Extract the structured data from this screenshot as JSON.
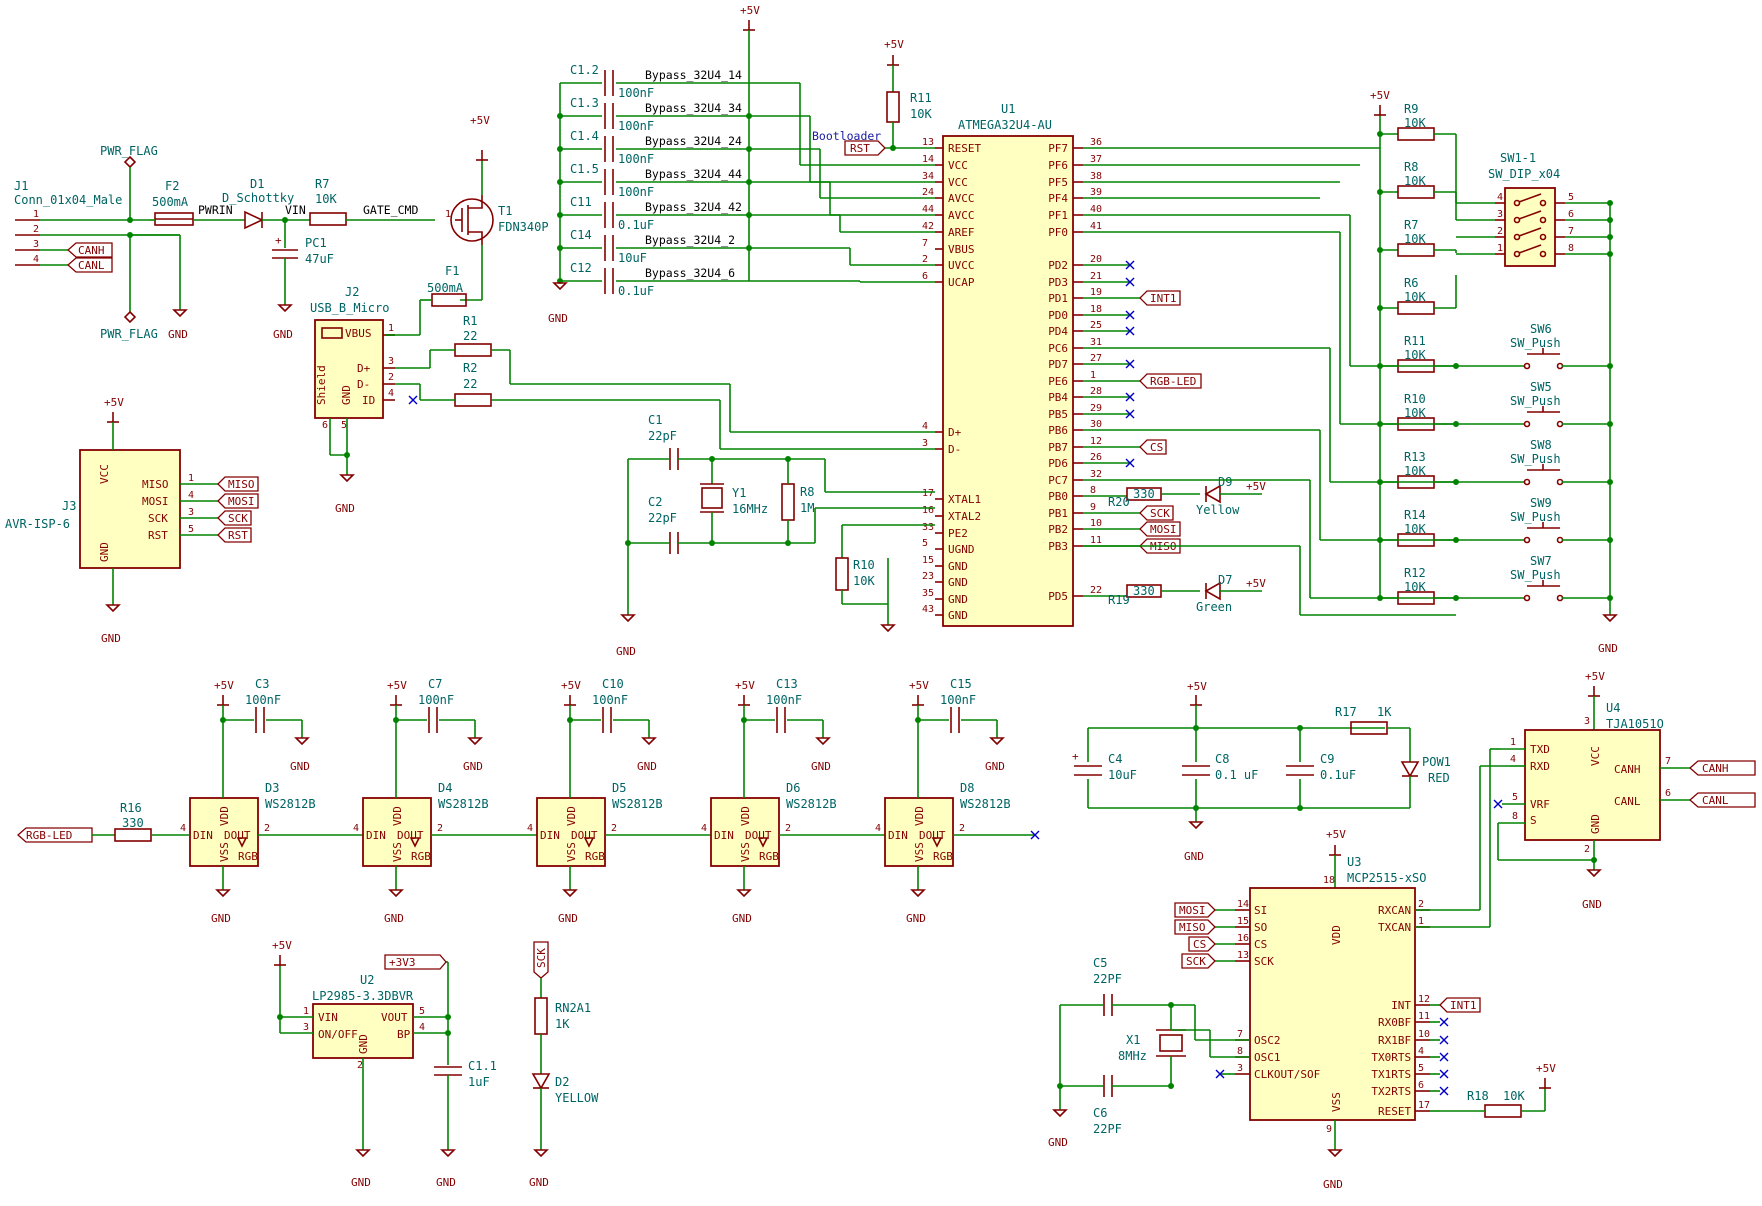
{
  "nets": {
    "p5v": "+5V",
    "gnd": "GND",
    "canh": "CANH",
    "canl": "CANL",
    "pwrin": "PWRIN",
    "vin": "VIN",
    "gate_cmd": "GATE_CMD",
    "rst": "RST",
    "int1": "INT1",
    "rgb_led": "RGB-LED",
    "cs": "CS",
    "sck": "SCK",
    "mosi": "MOSI",
    "miso": "MISO",
    "p3v3": "+3V3"
  },
  "labels": {
    "bootloader": "Bootloader"
  },
  "parts": {
    "pwr_flag": "PWR_FLAG",
    "j1": {
      "ref": "J1",
      "value": "Conn_01x04_Male"
    },
    "f2": {
      "ref": "F2",
      "value": "500mA"
    },
    "d1": {
      "ref": "D1",
      "value": "D_Schottky"
    },
    "pc1": {
      "ref": "PC1",
      "value": "47uF"
    },
    "r7": {
      "ref": "R7",
      "value": "10K"
    },
    "t1": {
      "ref": "T1",
      "value": "FDN340P"
    },
    "f1": {
      "ref": "F1",
      "value": "500mA"
    },
    "j2": {
      "ref": "J2",
      "value": "USB_B_Micro",
      "pins": {
        "vbus": "VBUS",
        "dp": "D+",
        "dm": "D-",
        "id": "ID",
        "shield": "Shield",
        "gnd": "GND"
      }
    },
    "r1": {
      "ref": "R1",
      "value": "22"
    },
    "r2": {
      "ref": "R2",
      "value": "22"
    },
    "r11a": {
      "ref": "R11",
      "value": "10K"
    },
    "u1": {
      "ref": "U1",
      "value": "ATMEGA32U4-AU",
      "left": [
        {
          "num": "13",
          "name": "RESET"
        },
        {
          "num": "14",
          "name": "VCC"
        },
        {
          "num": "34",
          "name": "VCC"
        },
        {
          "num": "24",
          "name": "AVCC"
        },
        {
          "num": "44",
          "name": "AVCC"
        },
        {
          "num": "42",
          "name": "AREF"
        },
        {
          "num": "7",
          "name": "VBUS"
        },
        {
          "num": "2",
          "name": "UVCC"
        },
        {
          "num": "6",
          "name": "UCAP"
        },
        {
          "num": "4",
          "name": "D+"
        },
        {
          "num": "3",
          "name": "D-"
        },
        {
          "num": "17",
          "name": "XTAL1"
        },
        {
          "num": "16",
          "name": "XTAL2"
        },
        {
          "num": "33",
          "name": "PE2"
        },
        {
          "num": "5",
          "name": "UGND"
        },
        {
          "num": "15",
          "name": "GND"
        },
        {
          "num": "23",
          "name": "GND"
        },
        {
          "num": "35",
          "name": "GND"
        },
        {
          "num": "43",
          "name": "GND"
        }
      ],
      "right": [
        {
          "num": "36",
          "name": "PF7"
        },
        {
          "num": "37",
          "name": "PF6"
        },
        {
          "num": "38",
          "name": "PF5"
        },
        {
          "num": "39",
          "name": "PF4"
        },
        {
          "num": "40",
          "name": "PF1"
        },
        {
          "num": "41",
          "name": "PF0"
        },
        {
          "num": "20",
          "name": "PD2"
        },
        {
          "num": "21",
          "name": "PD3"
        },
        {
          "num": "19",
          "name": "PD1"
        },
        {
          "num": "18",
          "name": "PD0"
        },
        {
          "num": "25",
          "name": "PD4"
        },
        {
          "num": "31",
          "name": "PC6"
        },
        {
          "num": "27",
          "name": "PD7"
        },
        {
          "num": "1",
          "name": "PE6"
        },
        {
          "num": "28",
          "name": "PB4"
        },
        {
          "num": "29",
          "name": "PB5"
        },
        {
          "num": "30",
          "name": "PB6"
        },
        {
          "num": "12",
          "name": "PB7"
        },
        {
          "num": "26",
          "name": "PD6"
        },
        {
          "num": "32",
          "name": "PC7"
        },
        {
          "num": "8",
          "name": "PB0"
        },
        {
          "num": "9",
          "name": "PB1"
        },
        {
          "num": "10",
          "name": "PB2"
        },
        {
          "num": "11",
          "name": "PB3"
        },
        {
          "num": "22",
          "name": "PD5"
        }
      ]
    },
    "bypass": [
      {
        "ref": "C1.2",
        "value": "100nF",
        "net": "Bypass_32U4_14"
      },
      {
        "ref": "C1.3",
        "value": "100nF",
        "net": "Bypass_32U4_34"
      },
      {
        "ref": "C1.4",
        "value": "100nF",
        "net": "Bypass_32U4_24"
      },
      {
        "ref": "C1.5",
        "value": "100nF",
        "net": "Bypass_32U4_44"
      },
      {
        "ref": "C11",
        "value": "0.1uF",
        "net": "Bypass_32U4_42"
      },
      {
        "ref": "C14",
        "value": "10uF",
        "net": "Bypass_32U4_2"
      },
      {
        "ref": "C12",
        "value": "0.1uF",
        "net": "Bypass_32U4_6"
      }
    ],
    "c1": {
      "ref": "C1",
      "value": "22pF"
    },
    "c2": {
      "ref": "C2",
      "value": "22pF"
    },
    "y1": {
      "ref": "Y1",
      "value": "16MHz"
    },
    "r8": {
      "ref": "R8",
      "value": "1M"
    },
    "r10": {
      "ref": "R10",
      "value": "10K"
    },
    "r20": {
      "ref": "R20",
      "value": "330"
    },
    "d9": {
      "ref": "D9",
      "value": "Yellow"
    },
    "r19": {
      "ref": "R19",
      "value": "330"
    },
    "d7": {
      "ref": "D7",
      "value": "Green"
    },
    "sw1": {
      "ref": "SW1-1",
      "value": "SW_DIP_x04",
      "left_pins": [
        "4",
        "3",
        "2",
        "1"
      ],
      "right_pins": [
        "5",
        "6",
        "7",
        "8"
      ]
    },
    "switch_rows": [
      {
        "r_ref": "R9",
        "r_val": "10K",
        "sw_ref": "",
        "sw_val": ""
      },
      {
        "r_ref": "R8",
        "r_val": "10K",
        "sw_ref": "",
        "sw_val": ""
      },
      {
        "r_ref": "R7",
        "r_val": "10K",
        "sw_ref": "",
        "sw_val": ""
      },
      {
        "r_ref": "R6",
        "r_val": "10K",
        "sw_ref": "",
        "sw_val": ""
      },
      {
        "r_ref": "R11",
        "r_val": "10K",
        "sw_ref": "SW6",
        "sw_val": "SW_Push"
      },
      {
        "r_ref": "R10",
        "r_val": "10K",
        "sw_ref": "SW5",
        "sw_val": "SW_Push"
      },
      {
        "r_ref": "R13",
        "r_val": "10K",
        "sw_ref": "SW8",
        "sw_val": "SW_Push"
      },
      {
        "r_ref": "R14",
        "r_val": "10K",
        "sw_ref": "SW9",
        "sw_val": "SW_Push"
      },
      {
        "r_ref": "R12",
        "r_val": "10K",
        "sw_ref": "SW7",
        "sw_val": "SW_Push"
      }
    ],
    "j3": {
      "ref": "J3",
      "value": "AVR-ISP-6",
      "pins": {
        "vcc": "VCC",
        "gnd": "GND",
        "miso": "MISO",
        "mosi": "MOSI",
        "sck": "SCK",
        "rst": "RST"
      }
    },
    "r16": {
      "ref": "R16",
      "value": "330"
    },
    "leds": [
      {
        "ref": "D3",
        "value": "WS2812B",
        "cap_ref": "C3",
        "cap_val": "100nF"
      },
      {
        "ref": "D4",
        "value": "WS2812B",
        "cap_ref": "C7",
        "cap_val": "100nF"
      },
      {
        "ref": "D5",
        "value": "WS2812B",
        "cap_ref": "C10",
        "cap_val": "100nF"
      },
      {
        "ref": "D6",
        "value": "WS2812B",
        "cap_ref": "C13",
        "cap_val": "100nF"
      },
      {
        "ref": "D8",
        "value": "WS2812B",
        "cap_ref": "C15",
        "cap_val": "100nF"
      }
    ],
    "led_pins": {
      "vdd": "VDD",
      "vss": "VSS",
      "din": "DIN",
      "dout": "DOUT",
      "rgb": "RGB"
    },
    "u2": {
      "ref": "U2",
      "value": "LP2985-3.3DBVR",
      "pins": {
        "vin": "VIN",
        "on_off": "ON/OFF",
        "vout": "VOUT",
        "bp": "BP",
        "gnd": "GND"
      }
    },
    "c11a": {
      "ref": "C1.1",
      "value": "1uF"
    },
    "rn2a1": {
      "ref": "RN2A1",
      "value": "1K"
    },
    "d2": {
      "ref": "D2",
      "value": "YELLOW"
    },
    "c4": {
      "ref": "C4",
      "value": "10uF"
    },
    "c8": {
      "ref": "C8",
      "value": "0.1 uF"
    },
    "c9": {
      "ref": "C9",
      "value": "0.1uF"
    },
    "r17": {
      "ref": "R17",
      "value": "1K"
    },
    "pow1": {
      "ref": "POW1",
      "value": "RED"
    },
    "u3": {
      "ref": "U3",
      "value": "MCP2515-xSO",
      "pins": {
        "vdd": "VDD",
        "vss": "VSS"
      },
      "left": [
        {
          "num": "14",
          "name": "SI",
          "label": "MOSI"
        },
        {
          "num": "15",
          "name": "SO",
          "label": "MISO"
        },
        {
          "num": "16",
          "name": "CS",
          "label": "CS"
        },
        {
          "num": "13",
          "name": "SCK",
          "label": "SCK"
        },
        {
          "num": "7",
          "name": "OSC2",
          "label": ""
        },
        {
          "num": "8",
          "name": "OSC1",
          "label": ""
        },
        {
          "num": "3",
          "name": "CLKOUT/SOF",
          "label": ""
        }
      ],
      "right": [
        {
          "num": "2",
          "name": "RXCAN"
        },
        {
          "num": "1",
          "name": "TXCAN"
        },
        {
          "num": "12",
          "name": "INT"
        },
        {
          "num": "11",
          "name": "RX0BF"
        },
        {
          "num": "10",
          "name": "RX1BF"
        },
        {
          "num": "4",
          "name": "TX0RTS"
        },
        {
          "num": "5",
          "name": "TX1RTS"
        },
        {
          "num": "6",
          "name": "TX2RTS"
        },
        {
          "num": "17",
          "name": "RESET"
        }
      ]
    },
    "c5": {
      "ref": "C5",
      "value": "22PF"
    },
    "c6": {
      "ref": "C6",
      "value": "22PF"
    },
    "x1": {
      "ref": "X1",
      "value": "8MHz"
    },
    "r18": {
      "ref": "R18",
      "value": "10K"
    },
    "u4": {
      "ref": "U4",
      "value": "TJA1051O",
      "pins": {
        "txd": "TXD",
        "rxd": "RXD",
        "vrf": "VRF",
        "s": "S",
        "canh": "CANH",
        "canl": "CANL",
        "vcc": "VCC",
        "gnd": "GND"
      }
    }
  }
}
